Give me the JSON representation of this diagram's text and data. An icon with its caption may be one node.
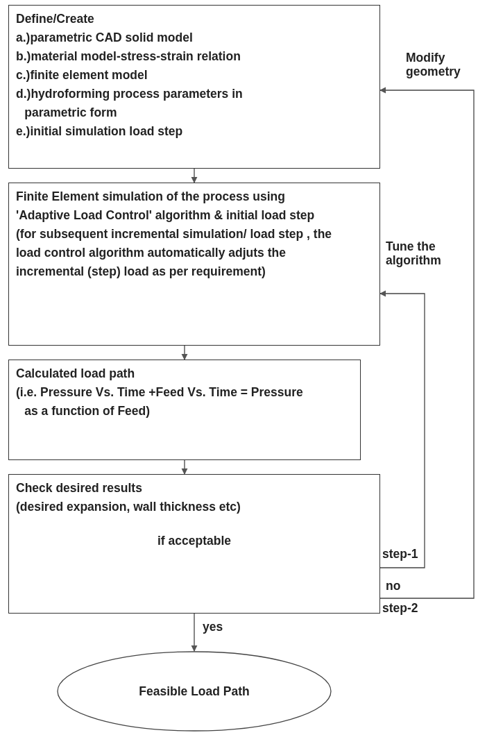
{
  "diagram": {
    "nodes": [
      {
        "text": [
          "Define/Create",
          "a.)parametric CAD solid model",
          "b.)material model-stress-strain relation",
          "c.)finite element model",
          "d.)hydroforming process parameters in parametric form",
          "e.)initial simulation load step"
        ]
      },
      {
        "text": [
          "Finite Element simulation of the process using 'Adaptive Load Control' algorithm & initial load step",
          "(for subsequent incremental simulation/ load step , the load control algorithm automatically adjuts the incremental (step) load as per requirement)"
        ]
      },
      {
        "text": [
          "Calculated load path",
          "(i.e. Pressure Vs. Time +Feed Vs. Time = Pressure as a function of Feed)"
        ]
      },
      {
        "text": [
          "Check desired results",
          "(desired expansion, wall thickness etc)",
          "if acceptable"
        ]
      },
      {
        "text": [
          "Feasible Load Path"
        ]
      }
    ],
    "edges": [
      {
        "from": 0,
        "to": 1,
        "arrow": "to"
      },
      {
        "from": 1,
        "to": 2,
        "arrow": "to"
      },
      {
        "from": 2,
        "to": 3,
        "arrow": "to"
      },
      {
        "from": 3,
        "to": 1,
        "arrow": "to",
        "label": "step-1"
      },
      {
        "from": 3,
        "to": 0,
        "arrow": "to",
        "label": "step-2"
      },
      {
        "from": 3,
        "to": 4,
        "arrow": "to",
        "label": "yes"
      }
    ],
    "labels": [
      "Modify geometry",
      "Tune the algorithm",
      "no"
    ]
  }
}
